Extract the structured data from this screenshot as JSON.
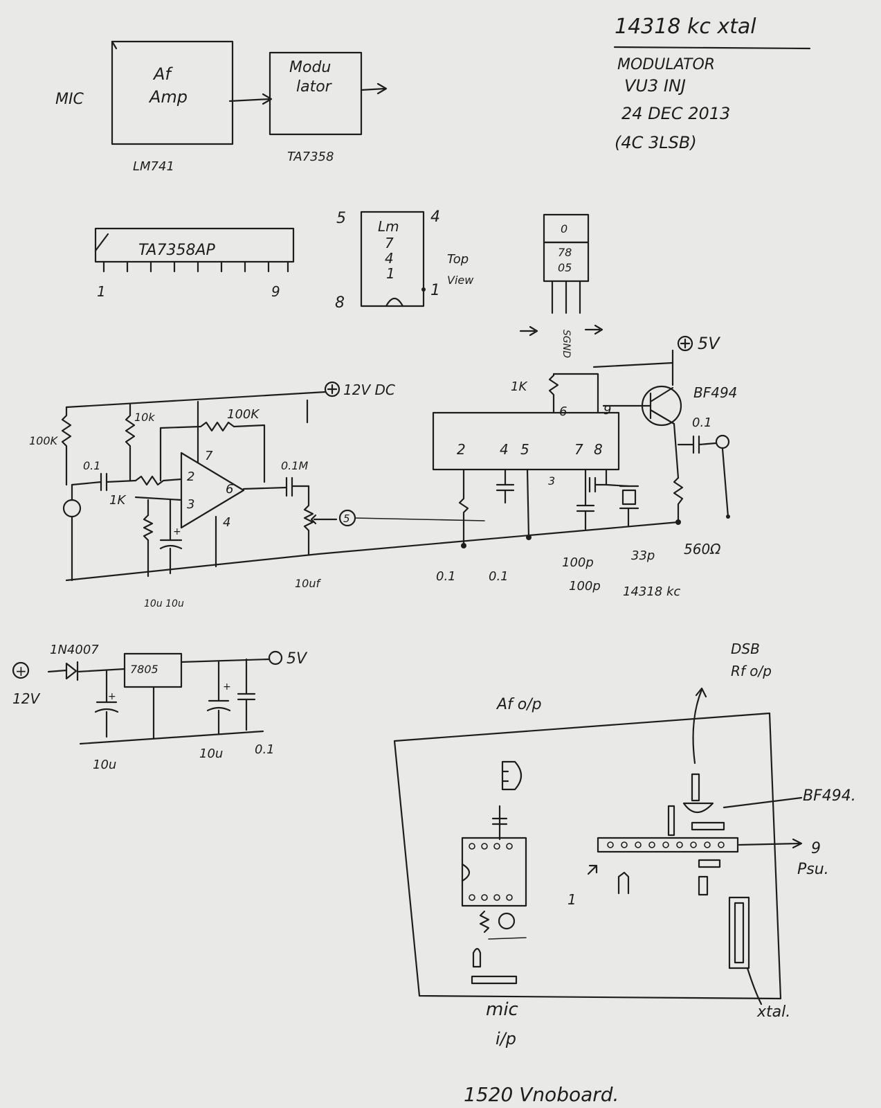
{
  "header": {
    "xtal": "14318 kc xtal",
    "title": "MODULATOR",
    "call": "VU3 INJ",
    "date": "24 DEC 2013",
    "mode": "(4C 3LSB)"
  },
  "block_diagram": {
    "input": "MIC",
    "block1": [
      "Af",
      "Amp"
    ],
    "block2": [
      "Modu",
      "lator"
    ],
    "ic1": "LM741",
    "ic2": "TA7358"
  },
  "pinouts": {
    "ta7358": {
      "label": "TA7358AP",
      "pin_first": "1",
      "pin_last": "9"
    },
    "lm741": {
      "lines": [
        "Lm",
        "7",
        "4",
        "1"
      ],
      "pin5": "5",
      "pin4": "4",
      "pin8": "8",
      "pin1": "1",
      "view": [
        "Top",
        "View"
      ]
    },
    "reg7805": {
      "tab": "0",
      "lines": [
        "78",
        "05"
      ],
      "pins": "SGND"
    }
  },
  "schematic": {
    "supply12": "12V DC",
    "supply5": "5V",
    "r1": "100K",
    "r2": "10k",
    "r3": "100K",
    "c1": "0.1",
    "r4": "1K",
    "pin2": "2",
    "pin3": "3",
    "pin7": "7",
    "pin6": "6",
    "pin4": "4",
    "cout": "0.1M",
    "node5": "5",
    "c_bias": "10u 10u",
    "pot": "10uf",
    "r1k": "1K",
    "mod_pins": [
      "2",
      "4",
      "5",
      "7",
      "8"
    ],
    "mod_pin6": "6",
    "mod_pin9": "9",
    "mod_pin3": "3",
    "transistor": "BF494",
    "c_out2": "0.1",
    "r560": "560Ω",
    "caps_bottom": [
      "0.1",
      "0.1",
      "100p",
      "33p"
    ],
    "cap_100p_2": "100p",
    "xtal_label": "14318 kc"
  },
  "psu": {
    "diode": "1N4007",
    "reg": "7805",
    "plus": "+",
    "in_v": "12V",
    "out_v": "5V",
    "c1": "10u",
    "c2": "10u",
    "c3": "0.1"
  },
  "board": {
    "af_op": "Af o/p",
    "dsb": [
      "DSB",
      "Rf o/p"
    ],
    "bf494": "BF494.",
    "psu_pin": "9",
    "psu": "Psu.",
    "xtal": "xtal.",
    "mic": [
      "mic",
      "i/p"
    ],
    "pin1": "1",
    "title": "1520 Vnoboard."
  }
}
